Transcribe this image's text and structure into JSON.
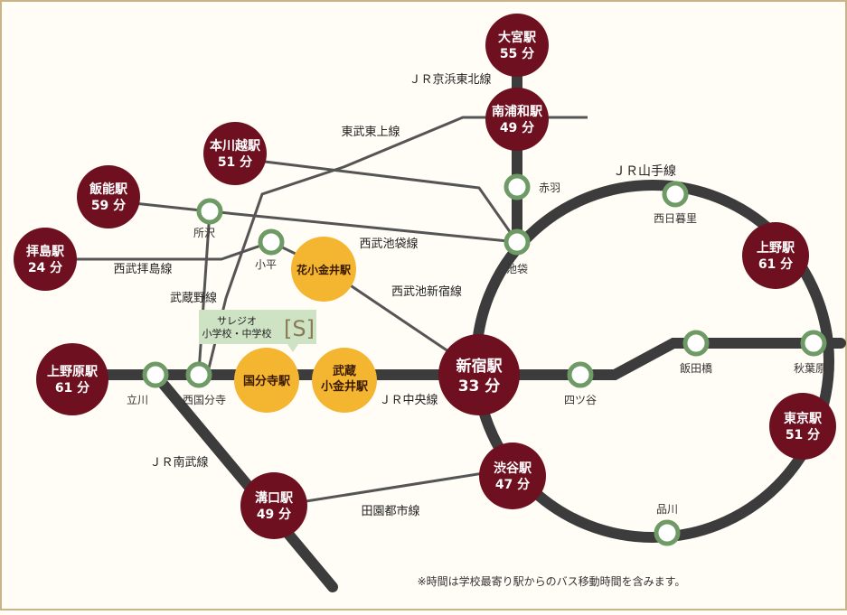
{
  "colors": {
    "maroon": "#6e1020",
    "orange": "#f4b531",
    "green": "#6e9a66",
    "track": "#3c3c3c",
    "thin": "#555555",
    "school_box": "#cde3c4",
    "frame": "#c9b48a"
  },
  "major_stations": [
    {
      "id": "omiya",
      "name": "大宮駅",
      "time": "55 分"
    },
    {
      "id": "minamiurawa",
      "name": "南浦和駅",
      "time": "49 分"
    },
    {
      "id": "honkawagoe",
      "name": "本川越駅",
      "time": "51 分"
    },
    {
      "id": "hanno",
      "name": "飯能駅",
      "time": "59 分"
    },
    {
      "id": "haijima",
      "name": "拝島駅",
      "time": "24 分"
    },
    {
      "id": "uenohara",
      "name": "上野原駅",
      "time": "61 分"
    },
    {
      "id": "shinjuku",
      "name": "新宿駅",
      "time": "33 分"
    },
    {
      "id": "ueno",
      "name": "上野駅",
      "time": "61 分"
    },
    {
      "id": "tokyo",
      "name": "東京駅",
      "time": "51 分"
    },
    {
      "id": "shibuya",
      "name": "渋谷駅",
      "time": "47 分"
    },
    {
      "id": "mizonokuchi",
      "name": "溝口駅",
      "time": "49 分"
    }
  ],
  "local_stations": {
    "akabane": "赤羽",
    "ikebukuro": "池袋",
    "nishinippori": "西日暮里",
    "tokorozawa": "所沢",
    "kodaira": "小平",
    "tachikawa": "立川",
    "nishikokubunji": "西国分寺",
    "yotsuya": "四ツ谷",
    "iidabashi": "飯田橋",
    "akihabara": "秋葉原",
    "shinagawa": "品川"
  },
  "target_stations": {
    "hanakoganei": "花小金井駅",
    "kokubunji": "国分寺駅",
    "musashi_line1": "武蔵",
    "musashi_line2": "小金井駅"
  },
  "school": {
    "line1": "サレジオ",
    "line2": "小学校・中学校",
    "logo": "[S]"
  },
  "lines": {
    "keihin_tohoku": "ＪＲ京浜東北線",
    "tobu_tojo": "東武東上線",
    "yamanote": "ＪＲ山手線",
    "seibu_ikebukuro": "西武池袋線",
    "seibu_haijima": "西武拝島線",
    "seibu_shinjuku": "西武池新宿線",
    "musashino": "武蔵野線",
    "chuo": "ＪＲ中央線",
    "nambu": "ＪＲ南武線",
    "denentoshi": "田園都市線"
  },
  "footnote": "※時間は学校最寄り駅からのバス移動時間を含みます。"
}
